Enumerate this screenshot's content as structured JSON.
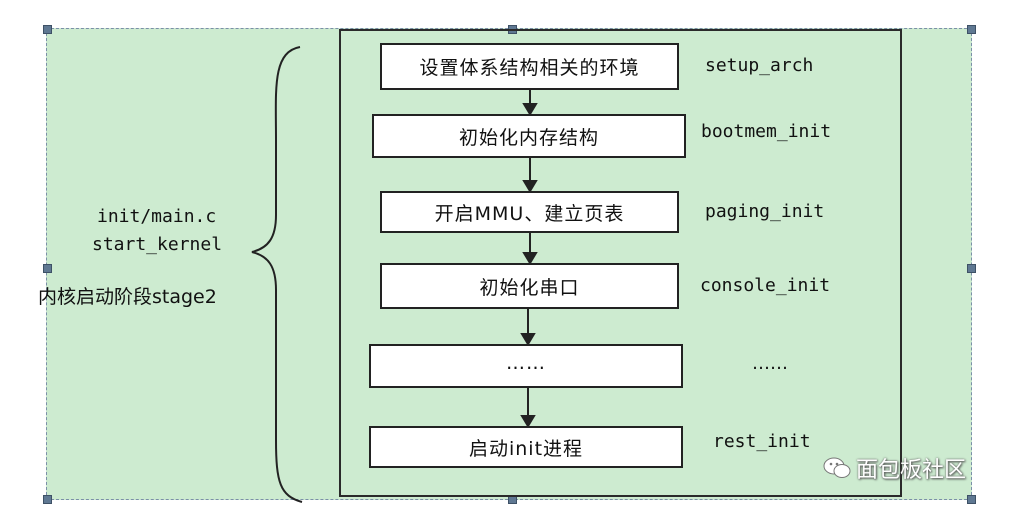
{
  "left": {
    "file": "init/main.c",
    "func": "start_kernel",
    "stage": "内核启动阶段stage2"
  },
  "steps": [
    {
      "label": "设置体系结构相关的环境",
      "func": "setup_arch"
    },
    {
      "label": "初始化内存结构",
      "func": "bootmem_init"
    },
    {
      "label": "开启MMU、建立页表",
      "func": "paging_init"
    },
    {
      "label": "初始化串口",
      "func": "console_init"
    },
    {
      "label": "……",
      "func": "……"
    },
    {
      "label": "启动init进程",
      "func": "rest_init"
    }
  ],
  "watermark": "面包板社区",
  "colors": {
    "background": "#cdebd0",
    "box_fill": "#ffffff",
    "stroke": "#222222"
  }
}
